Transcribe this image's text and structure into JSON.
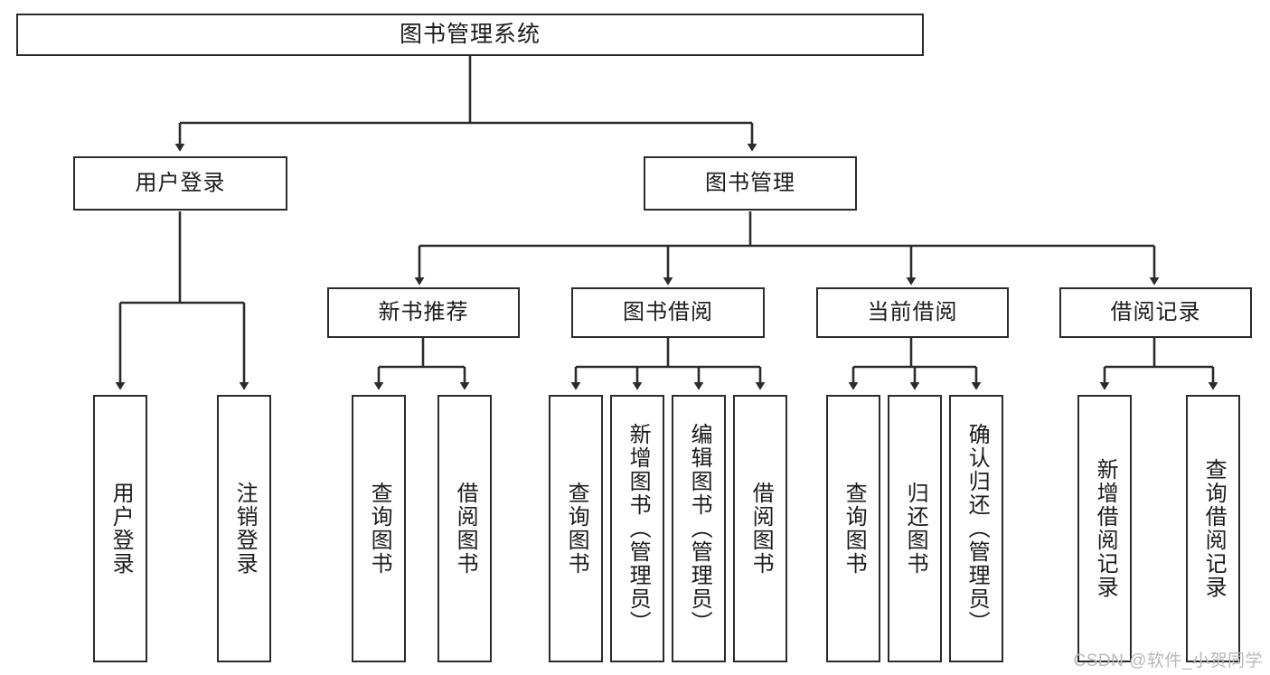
{
  "diagram": {
    "type": "tree",
    "title": "图书管理系统",
    "watermark": "CSDN @软件_小贺同学",
    "colors": {
      "stroke": "#2b2b2b",
      "fill": "#ffffff",
      "text": "#1b1b1b",
      "watermark": "#b9b9b9"
    },
    "levels": {
      "root": {
        "label": "图书管理系统"
      },
      "level2": [
        {
          "label": "用户登录"
        },
        {
          "label": "图书管理"
        }
      ],
      "level3": [
        {
          "label": "新书推荐"
        },
        {
          "label": "图书借阅"
        },
        {
          "label": "当前借阅"
        },
        {
          "label": "借阅记录"
        }
      ],
      "leaves": [
        {
          "label": "用户登录",
          "parent": "用户登录"
        },
        {
          "label": "注销登录",
          "parent": "用户登录"
        },
        {
          "label": "查询图书",
          "parent": "新书推荐"
        },
        {
          "label": "借阅图书",
          "parent": "新书推荐"
        },
        {
          "label": "查询图书",
          "parent": "图书借阅"
        },
        {
          "label": "新增图书（管理员）",
          "parent": "图书借阅"
        },
        {
          "label": "编辑图书（管理员）",
          "parent": "图书借阅"
        },
        {
          "label": "借阅图书",
          "parent": "图书借阅"
        },
        {
          "label": "查询图书",
          "parent": "当前借阅"
        },
        {
          "label": "归还图书",
          "parent": "当前借阅"
        },
        {
          "label": "确认归还（管理员）",
          "parent": "当前借阅"
        },
        {
          "label": "新增借阅记录",
          "parent": "借阅记录"
        },
        {
          "label": "查询借阅记录",
          "parent": "借阅记录"
        }
      ]
    }
  }
}
